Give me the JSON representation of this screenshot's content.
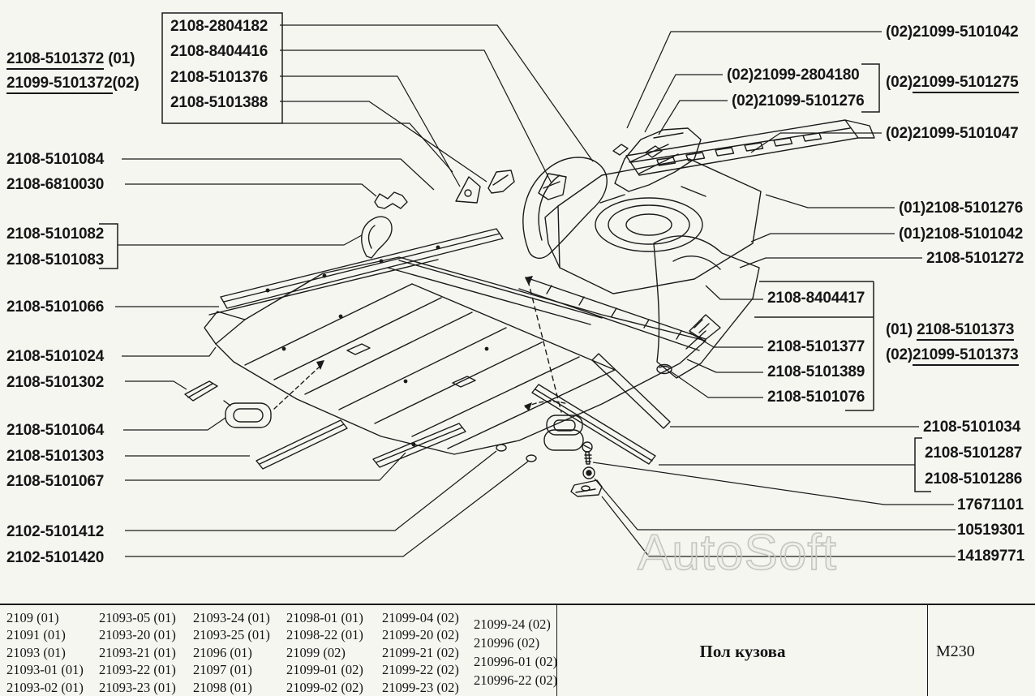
{
  "page": {
    "watermark": "AutoSoft",
    "bg": "#f6f6f1",
    "ink": "#1b1b1b"
  },
  "callouts": {
    "main": [
      {
        "num": "2108-5101372",
        "suf": " (01)"
      },
      {
        "num": "21099-5101372",
        "suf": "(02)"
      }
    ],
    "box": [
      "2108-2804182",
      "2108-8404416",
      "2108-5101376",
      "2108-5101388"
    ],
    "left": [
      "2108-5101084",
      "2108-6810030",
      "2108-5101082",
      "2108-5101083",
      "2108-5101066",
      "2108-5101024",
      "2108-5101302",
      "2108-5101064",
      "2108-5101303",
      "2108-5101067",
      "2102-5101412",
      "2102-5101420"
    ],
    "right": [
      "(02)21099-5101042",
      "(02)21099-2804180",
      "(02)21099-5101276",
      "(02)21099-5101047",
      "(01)2108-5101276",
      "(01)2108-5101042",
      "2108-5101272",
      "2108-8404417",
      "2108-5101377",
      "2108-5101389",
      "2108-5101076",
      "2108-5101034",
      "2108-5101287",
      "2108-5101286",
      "17671101",
      "10519301",
      "14189771"
    ],
    "right_u": [
      {
        "pre": "(02)",
        "num": "21099-5101275"
      },
      {
        "pre": "(01) ",
        "num": "2108-5101373"
      },
      {
        "pre": "(02)",
        "num": "21099-5101373"
      }
    ]
  },
  "table": {
    "columns": [
      [
        "2109 (01)",
        "21091 (01)",
        "21093 (01)",
        "21093-01 (01)",
        "21093-02 (01)"
      ],
      [
        "21093-05 (01)",
        "21093-20 (01)",
        "21093-21 (01)",
        "21093-22 (01)",
        "21093-23 (01)"
      ],
      [
        "21093-24 (01)",
        "21093-25 (01)",
        "21096 (01)",
        "21097 (01)",
        "21098 (01)"
      ],
      [
        "21098-01 (01)",
        "21098-22 (01)",
        "21099 (02)",
        "21099-01 (02)",
        "21099-02 (02)"
      ],
      [
        "21099-04 (02)",
        "21099-20 (02)",
        "21099-21 (02)",
        "21099-22 (02)",
        "21099-23 (02)"
      ],
      [
        "21099-24 (02)",
        "210996 (02)",
        "210996-01 (02)",
        "210996-22 (02)"
      ]
    ],
    "title": "Пол кузова",
    "code": "М230"
  }
}
